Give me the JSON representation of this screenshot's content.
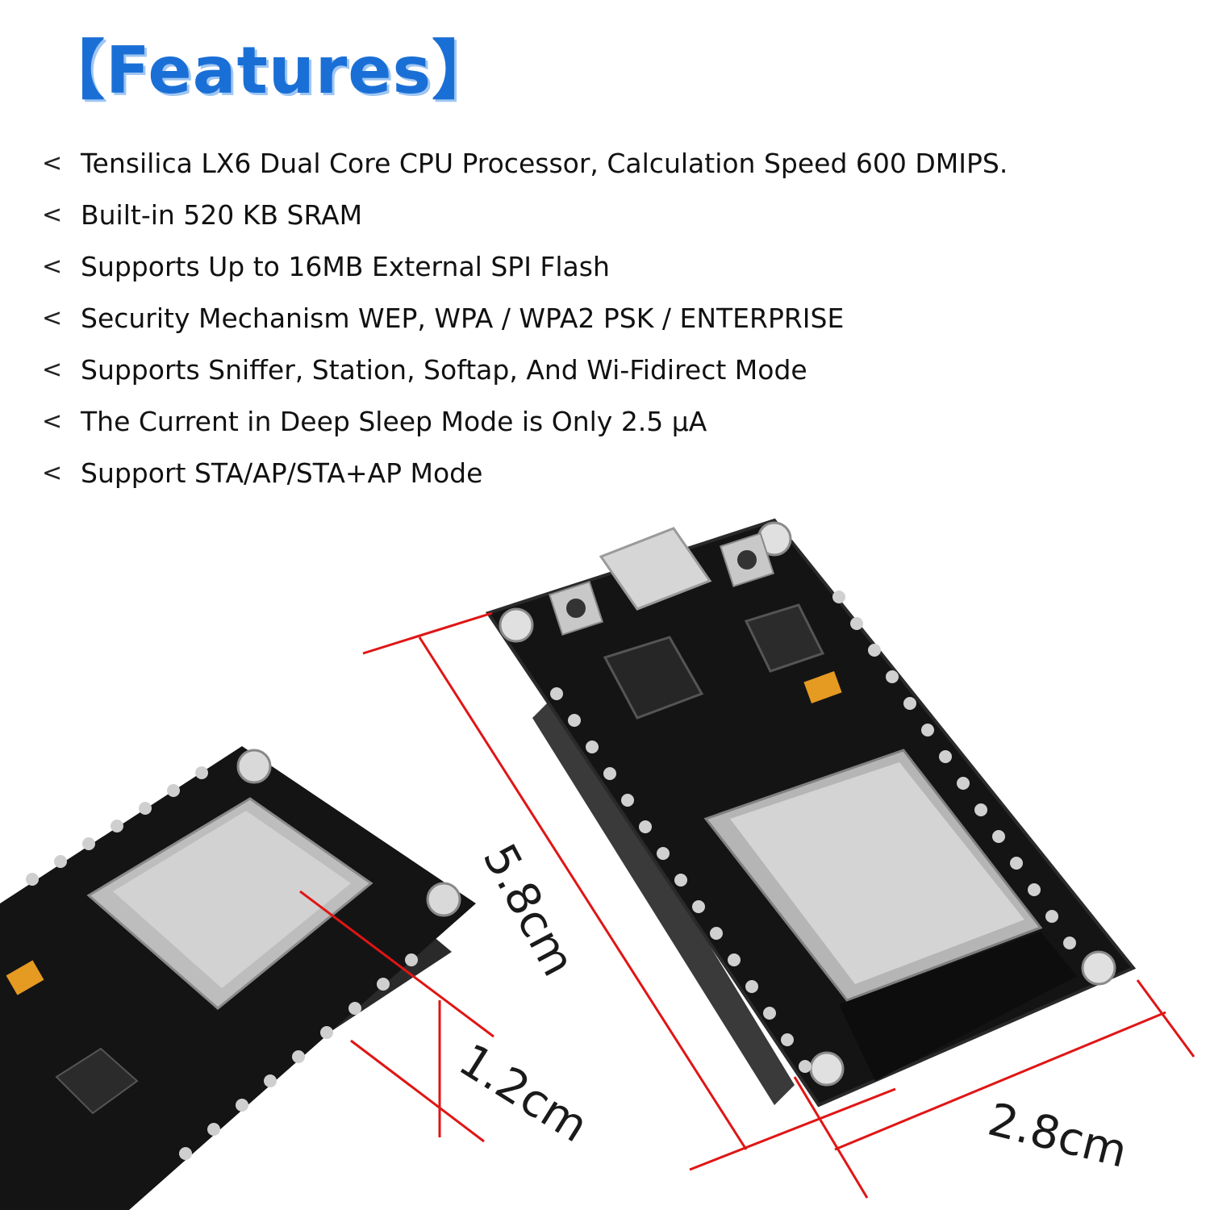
{
  "title": "【Features】",
  "bullet": "<",
  "features": [
    "Tensilica LX6 Dual Core CPU Processor, Calculation Speed 600 DMIPS.",
    "Built-in 520 KB SRAM",
    "Supports Up to 16MB External SPI Flash",
    "Security Mechanism WEP, WPA / WPA2 PSK / ENTERPRISE",
    "Supports Sniffer, Station, Softap, And Wi-Fidirect Mode",
    "The Current in Deep Sleep Mode is Only 2.5 µA",
    "Support STA/AP/STA+AP Mode"
  ],
  "dimensions": {
    "length": "5.8cm",
    "width": "2.8cm",
    "height": "1.2cm"
  },
  "colors": {
    "title": "#1a6fd6",
    "board": "#141414",
    "shield": "#c9c9c9",
    "dimension_line": "#e01515"
  }
}
